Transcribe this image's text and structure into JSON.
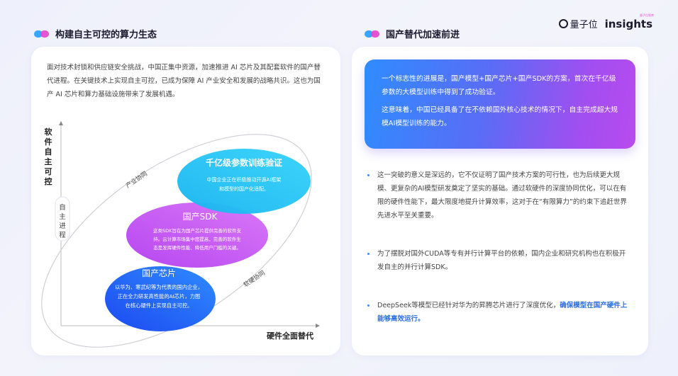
{
  "left": {
    "title": "构建自主可控的算力生态",
    "intro": "面对技术封锁和供应链安全挑战，中国正集中资源，加速推进 AI 芯片及其配套软件的国产替代进程。在关键技术上实现自主可控，已成为保障 AI 产业安全和发展的战略共识。这也为国产 AI 芯片和算力基础设施带来了发展机遇。",
    "y_axis": "软件自主可控",
    "x_axis": "硬件全面替代",
    "side_label": "自主进程",
    "arc_top": "产业协同",
    "arc_bottom": "软硬协同",
    "bubbles": [
      {
        "title": "千亿级参数训练验证",
        "desc_1": "中国企业正在积极推动开源AI框架",
        "desc_2": "和模型的国产化适配。"
      },
      {
        "title": "国产SDK",
        "desc_1": "这类SDK旨在为国产芯片提供完善的软件支",
        "desc_2": "持。云计算市场集中度提高，完善的软件生",
        "desc_3": "态是发挥硬件性能、降低用户门槛的关键。"
      },
      {
        "title": "国产芯片",
        "desc_1": "以华为、寒武纪等为代表的国内企业，",
        "desc_2": "正在全力研发高性能的AI芯片，力图",
        "desc_3": "在核心硬件上实现自主可控。"
      }
    ]
  },
  "right": {
    "title": "国产替代加速前进",
    "highlight_p1": "一个标志性的进展是，国产模型+国产芯片+国产SDK的方案，首次在千亿级参数的大模型训练中得到了成功验证。",
    "highlight_p2": "这意味着，中国已经具备了在不依赖国外核心技术的情况下，自主完成超大规模AI模型训练的能力。",
    "bullet_1": "这一突破的意义是深远的，它不仅证明了国产技术方案的可行性，也为后续更大规模、更复杂的AI模型研发奠定了坚实的基础。通过软硬件的深度协同优化，可以在有限的硬件性能下，最大限度地提升计算效率，这对于在“有限算力”的约束下追赶世界先进水平至关重要。",
    "bullet_2": "为了摆脱对国外CUDA等专有并行计算平台的依赖，国内企业和研究机构也在积极开发自主的并行计算SDK。",
    "bullet_3_plain": "DeepSeek等模型已经针对华为的昇腾芯片进行了深度优化，",
    "bullet_3_hl": "确保模型在国产硬件上能够高效运行。"
  },
  "logo": {
    "brand": "量子位",
    "insights": "insights",
    "tag": "量子位智库"
  },
  "colors": {
    "accent_blue": "#2f8cff",
    "accent_purple": "#b84bee",
    "highlight": "#2b6fe0"
  }
}
